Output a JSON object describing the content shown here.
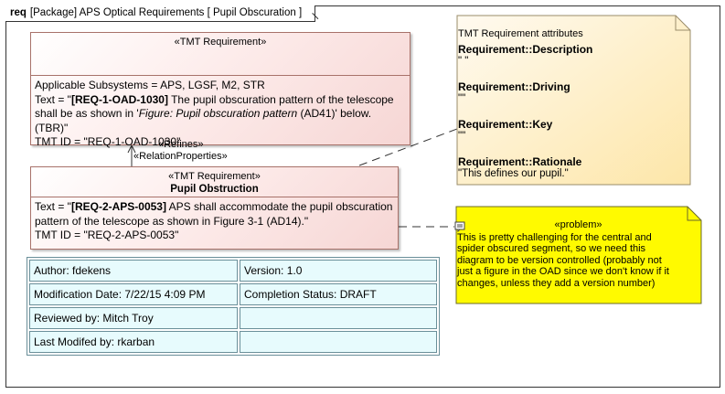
{
  "frame": {
    "kind": "req",
    "title": "[Package] APS Optical Requirements [ Pupil Obscuration ]"
  },
  "requirement_1": {
    "stereotype": "«TMT Requirement»",
    "applicable": "Applicable Subsystems = APS, LGSF, M2, STR",
    "text_prefix": "Text = \"",
    "text_id": "[REQ-1-OAD-1030]",
    "text_body_1": " The pupil obscuration pattern of the telescope shall be as shown in '",
    "text_italic": "Figure: Pupil obscuration pattern",
    "text_body_2": " (AD41)' below. (TBR)\"",
    "tmt_id": "TMT ID = \"REQ-1-OAD-1030\""
  },
  "relation": {
    "label_1": "«Refines»",
    "label_2": "«RelationProperties»"
  },
  "requirement_2": {
    "stereotype": "«TMT Requirement»",
    "name": "Pupil Obstruction",
    "text_prefix": "Text = \"",
    "text_id": "[REQ-2-APS-0053]",
    "text_body": " APS shall accommodate the pupil obscuration pattern of the telescope as shown in Figure 3-1 (AD14).\"",
    "tmt_id": "TMT ID = \"REQ-2-APS-0053\""
  },
  "attributes_note": {
    "caption": "TMT Requirement attributes",
    "items": [
      {
        "name": "Requirement::Description",
        "value": "\" \""
      },
      {
        "name": "Requirement::Driving",
        "value": "\"\""
      },
      {
        "name": "Requirement::Key",
        "value": "\"\""
      },
      {
        "name": "Requirement::Rationale",
        "value": "\"This defines our pupil.\""
      }
    ]
  },
  "problem_note": {
    "stereotype": "«problem»",
    "text": "This is pretty challenging for the central and spider obscured segment, so we need this diagram to be version controlled (probably not just a figure in the OAD since we don't know if it changes, unless they add a version number)"
  },
  "info_table": {
    "rows": [
      [
        "Author: fdekens",
        "Version: 1.0"
      ],
      [
        "Modification Date: 7/22/15 4:09 PM",
        "Completion Status: DRAFT"
      ],
      [
        "Reviewed by: Mitch Troy",
        ""
      ],
      [
        "Last Modifed by: rkarban",
        ""
      ]
    ]
  },
  "colors": {
    "requirement_fill": "#f6d6d4",
    "attributes_note_fill": "#fdeeb9",
    "problem_note_fill": "#fffa00",
    "info_table_fill": "#e7fbfd"
  }
}
